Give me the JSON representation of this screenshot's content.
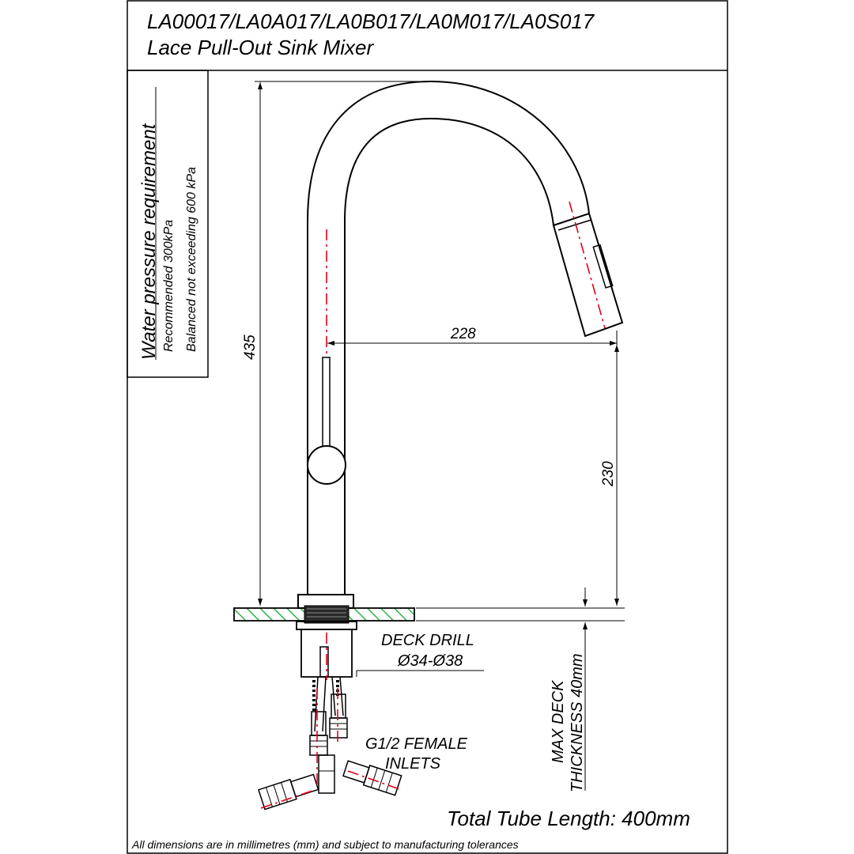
{
  "header": {
    "models": "LA00017/LA0A017/LA0B017/LA0M017/LA0S017",
    "product_name": "Lace Pull-Out Sink Mixer"
  },
  "pressure": {
    "title": "Water pressure requirement",
    "line1": "Recommended 300kPa",
    "line2": "Balanced not exceeding 600 kPa"
  },
  "dimensions": {
    "height": "435",
    "reach": "228",
    "spout_height": "230"
  },
  "notes": {
    "deck_drill_label": "DECK DRILL",
    "deck_drill_size": "Ø34-Ø38",
    "inlets_line1": "G1/2 FEMALE",
    "inlets_line2": "INLETS",
    "deck_line1": "MAX DECK",
    "deck_line2": "THICKNESS 40mm",
    "tube_length": "Total Tube Length: 400mm"
  },
  "footer": {
    "disclaimer": "All dimensions are in millimetres (mm) and subject to manufacturing tolerances"
  },
  "colors": {
    "centerline": "#e0001a",
    "hatch": "#2db34a",
    "ink": "#000000"
  }
}
